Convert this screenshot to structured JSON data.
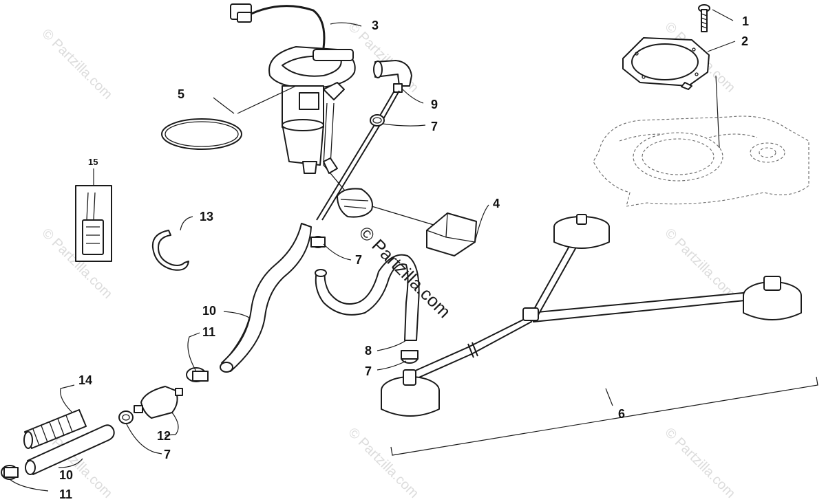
{
  "diagram": {
    "watermark_main": "© Partzilla.com",
    "watermark_faint": "© Partzilla.com",
    "callouts": {
      "c1": "1",
      "c2": "2",
      "c3": "3",
      "c4": "4",
      "c5": "5",
      "c6": "6",
      "c7a": "7",
      "c7b": "7",
      "c7c": "7",
      "c7d": "7",
      "c8": "8",
      "c9": "9",
      "c10a": "10",
      "c10b": "10",
      "c11a": "11",
      "c11b": "11",
      "c12": "12",
      "c13": "13",
      "c14": "14",
      "c15": "15"
    }
  }
}
